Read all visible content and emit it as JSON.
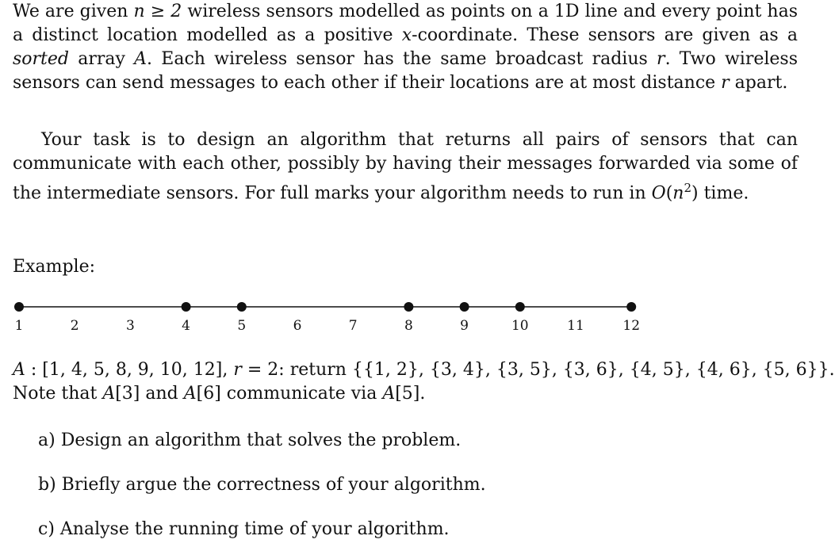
{
  "problem": {
    "para1": {
      "t1": "We are given ",
      "m1": "n ≥ 2",
      "t2": " wireless sensors modelled as points on a 1D line and every point has a distinct location modelled as a positive ",
      "m2": "x",
      "t3": "-coordinate. These sensors are given as a ",
      "em": "sorted",
      "t4": " array ",
      "m3": "A",
      "t5": ". Each wireless sensor has the same broadcast radius ",
      "m4": "r",
      "t6": ". Two wireless sensors can send messages to each other if their locations are at most distance ",
      "m5": "r",
      "t7": " apart."
    },
    "para2": {
      "t1": "Your task is to design an algorithm that returns all pairs of sensors that can communicate with each other, possibly by having their messages forwarded via some of the intermediate sensors. For full marks your algorithm needs to run in ",
      "m1": "O",
      "m2": "(",
      "m3": "n",
      "sup": "2",
      "m4": ")",
      "t2": " time."
    }
  },
  "example": {
    "label": "Example:",
    "line": {
      "ticks": [
        "1",
        "2",
        "3",
        "4",
        "5",
        "6",
        "7",
        "8",
        "9",
        "10",
        "11",
        "12"
      ],
      "sensor_positions": [
        1,
        4,
        5,
        8,
        9,
        10,
        12
      ],
      "range": [
        1,
        12
      ]
    },
    "statement": {
      "lhs": "A",
      "array": " : [1, 4, 5, 8, 9, 10, 12], ",
      "r": "r",
      "eq": " = 2: return ",
      "result": "{{1, 2}, {3, 4}, {3, 5}, {3, 6}, {4, 5}, {4, 6}, {5, 6}}."
    },
    "note": {
      "t1": "Note that ",
      "a1": "A",
      "i1": "[3]",
      "t2": " and ",
      "a2": "A",
      "i2": "[6]",
      "t3": " communicate via ",
      "a3": "A",
      "i3": "[5]",
      "t4": "."
    }
  },
  "tasks": [
    "a) Design an algorithm that solves the problem.",
    "b) Briefly argue the correctness of your algorithm.",
    "c) Analyse the running time of your algorithm."
  ]
}
